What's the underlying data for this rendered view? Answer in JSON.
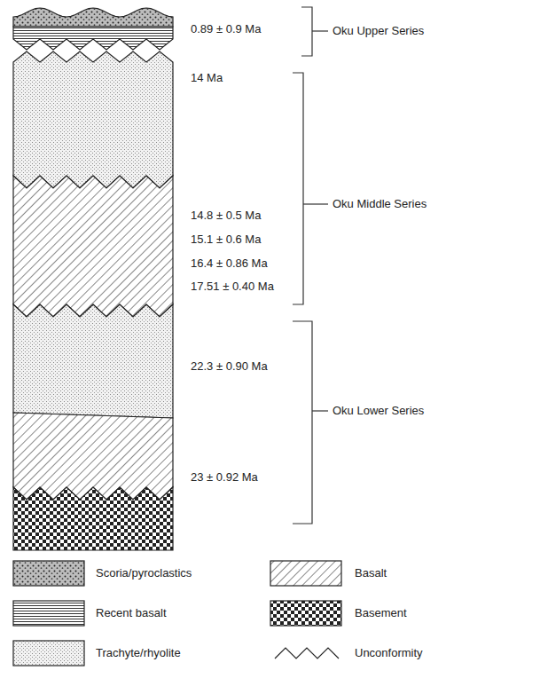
{
  "diagram": {
    "labels": [
      "0.89 ± 0.9 Ma",
      "Oku Upper Series",
      "14 Ma",
      "Oku Middle Series",
      "14.8 ± 0.5 Ma",
      "15.1 ± 0.6 Ma",
      "16.4 ± 0.86 Ma",
      "17.51 ± 0.40 Ma",
      "22.3 ± 0.90 Ma",
      "Oku Lower Series",
      "23 ± 0.92 Ma"
    ],
    "legend": [
      {
        "text": "Scoria/pyroclastics"
      },
      {
        "text": "Basalt"
      },
      {
        "text": "Recent basalt"
      },
      {
        "text": "Basement"
      },
      {
        "text": "Trachyte/rhyolite"
      },
      {
        "text": "Unconformity"
      }
    ]
  }
}
